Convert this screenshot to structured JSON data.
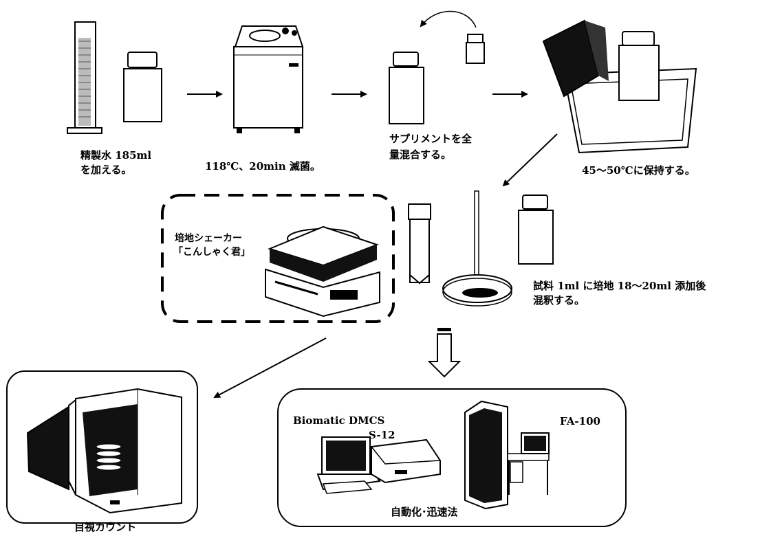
{
  "steps": {
    "water": "精製水 185ml",
    "water2": "を加える。",
    "sterilize": "118℃、20min 滅菌。",
    "supplement1": "サプリメントを全",
    "supplement2": "量混合する。",
    "hold": "45～50℃に保持する。",
    "mix1": "試料 1ml に培地 18～20ml 添加後",
    "mix2": "混釈する。"
  },
  "shaker": {
    "name1": "培地シェーカー",
    "name2": "「こんしゃく君」"
  },
  "manual": {
    "caption": "目視カウント"
  },
  "automated": {
    "device1_line1": "Biomatic DMCS",
    "device1_line2": "S-12",
    "device2": "FA-100",
    "caption": "自動化･迅速法"
  }
}
